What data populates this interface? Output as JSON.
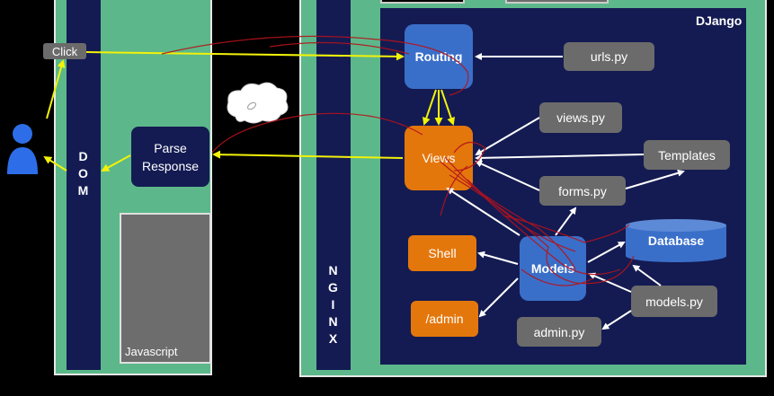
{
  "browser": {
    "dom_label": [
      "D",
      "O",
      "M"
    ],
    "javascript_label": "Javascript",
    "parse_response_label": [
      "Parse",
      "Response"
    ],
    "click_label": "Click"
  },
  "server": {
    "nginx_label": [
      "N",
      "G",
      "I",
      "N",
      "X"
    ],
    "framework_label": "DJango",
    "nodes": {
      "routing": "Routing",
      "urls": "urls.py",
      "views": "Views",
      "views_py": "views.py",
      "templates": "Templates",
      "forms": "forms.py",
      "database": "Database",
      "shell": "Shell",
      "models": "Models",
      "models_py": "models.py",
      "admin": "/admin",
      "admin_py": "admin.py"
    }
  },
  "colors": {
    "background": "#000000",
    "container_green": "#5cb88a",
    "container_navy": "#141b52",
    "node_blue": "#3a6fc9",
    "node_orange": "#e4770c",
    "node_gray": "#6b6b6b",
    "request_arrow": "#f2f20a",
    "internal_arrow": "#ffffff",
    "annotation_red": "#b5121b",
    "user_icon": "#2d6ee8"
  }
}
